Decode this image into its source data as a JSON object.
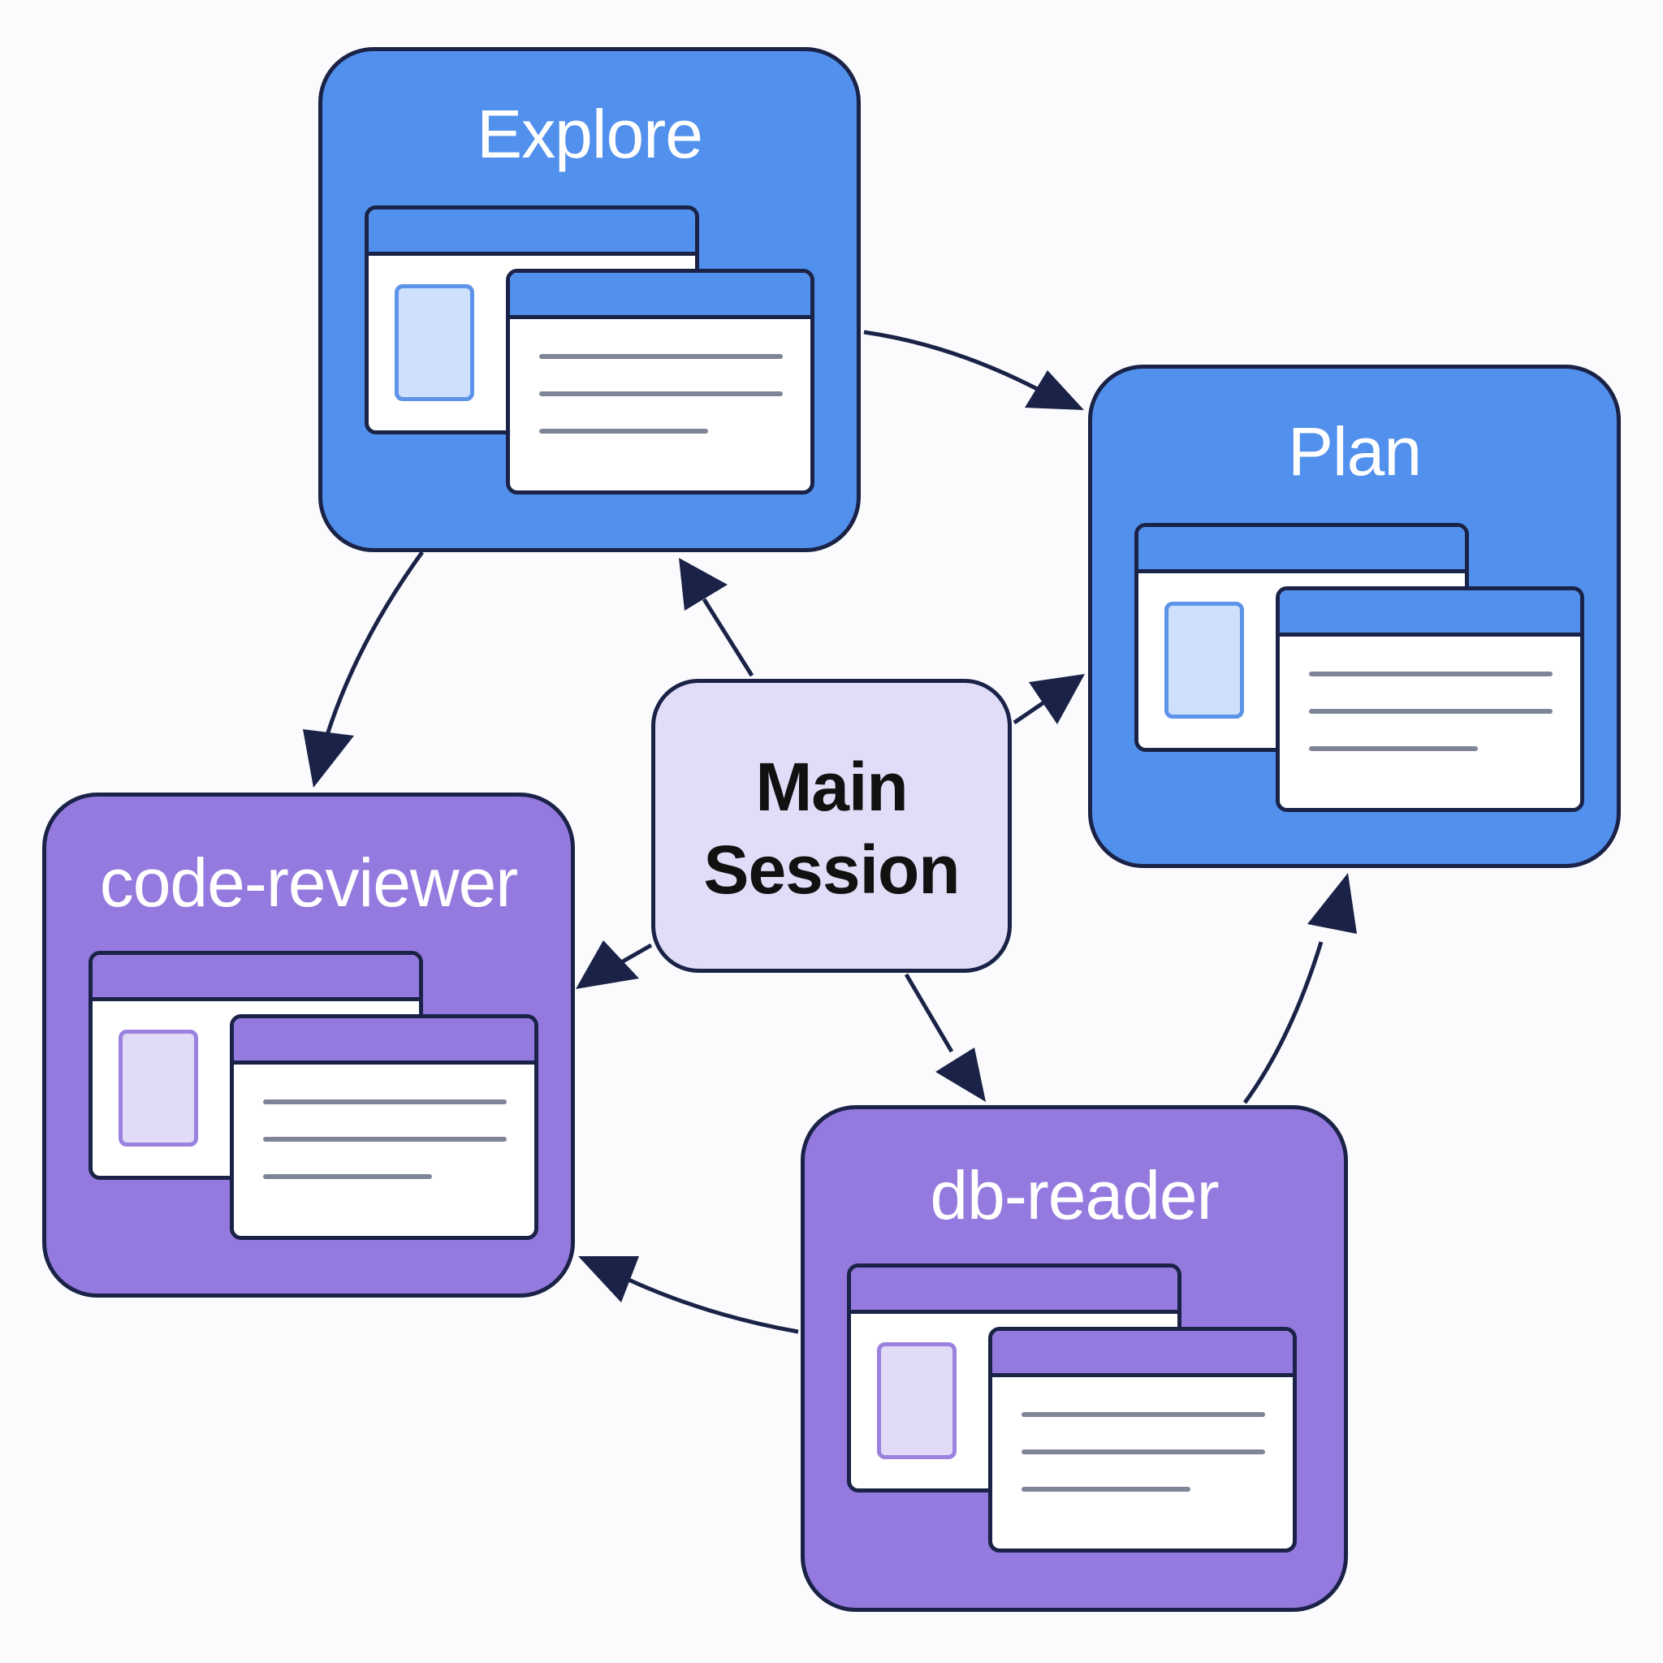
{
  "nodes": {
    "explore": {
      "label": "Explore",
      "color": "#5290ed"
    },
    "plan": {
      "label": "Plan",
      "color": "#5290ed"
    },
    "code_reviewer": {
      "label": "code-reviewer",
      "color": "#9479de"
    },
    "db_reader": {
      "label": "db-reader",
      "color": "#9479de"
    },
    "main": {
      "line1": "Main",
      "line2": "Session",
      "color": "#e1dcf7"
    }
  },
  "edges": [
    {
      "from": "Explore",
      "to": "Plan"
    },
    {
      "from": "Explore",
      "to": "code-reviewer"
    },
    {
      "from": "db-reader",
      "to": "Plan"
    },
    {
      "from": "db-reader",
      "to": "code-reviewer"
    },
    {
      "from": "Main Session",
      "to": "Explore"
    },
    {
      "from": "Main Session",
      "to": "Plan"
    },
    {
      "from": "Main Session",
      "to": "code-reviewer"
    },
    {
      "from": "Main Session",
      "to": "db-reader"
    }
  ],
  "colors": {
    "outline": "#1a2347",
    "background": "#fbfbfd"
  },
  "icons": [
    "app-window-icon"
  ]
}
